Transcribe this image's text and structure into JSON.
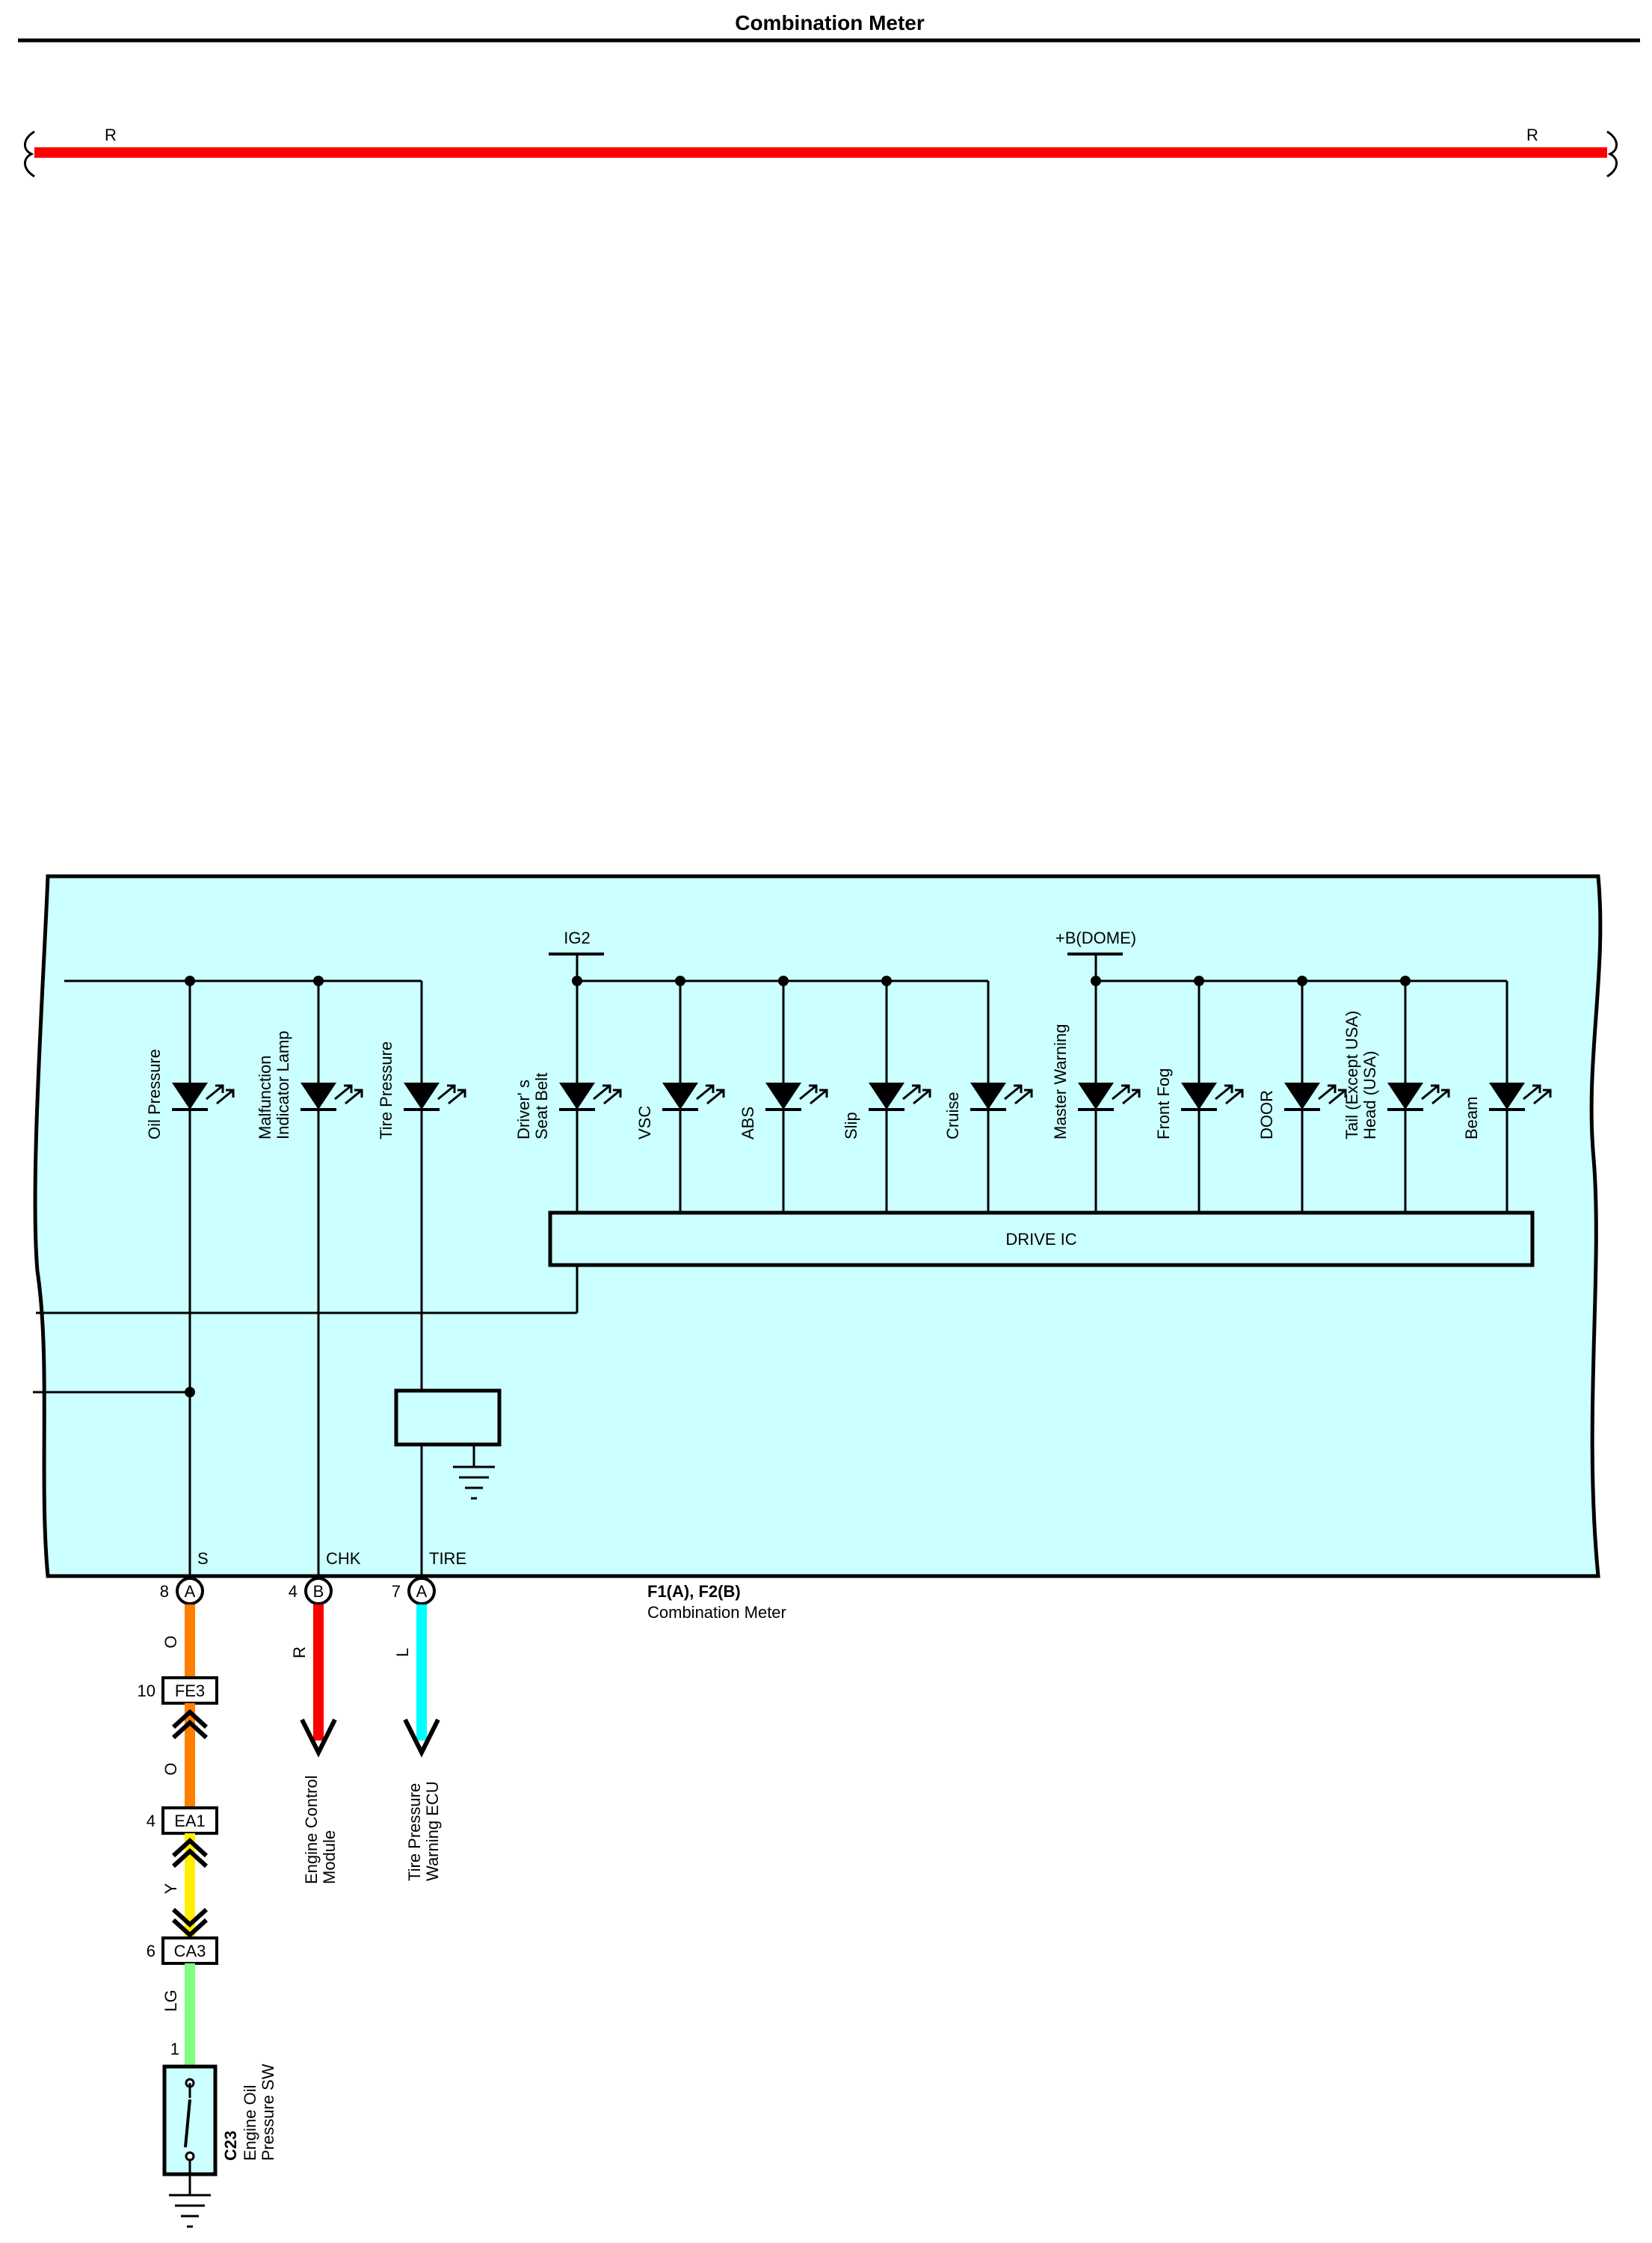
{
  "title": "Combination Meter",
  "top_wire": {
    "left_label": "R",
    "right_label": "R",
    "color": "#ff0000"
  },
  "meter": {
    "fill": "#ccffff",
    "connector_code": "F1(A), F2(B)",
    "connector_name": "Combination Meter",
    "drive_ic": "DRIVE IC",
    "ig2": "IG2",
    "dome": "+B(DOME)"
  },
  "leds": [
    {
      "lines": [
        "Oil Pressure"
      ]
    },
    {
      "lines": [
        "Malfunction",
        "Indicator Lamp"
      ]
    },
    {
      "lines": [
        "Tire Pressure"
      ]
    },
    {
      "lines": [
        "Driver' s",
        "Seat Belt"
      ]
    },
    {
      "lines": [
        "VSC"
      ]
    },
    {
      "lines": [
        "ABS"
      ]
    },
    {
      "lines": [
        "Slip"
      ]
    },
    {
      "lines": [
        "Cruise"
      ]
    },
    {
      "lines": [
        "Master Warning"
      ]
    },
    {
      "lines": [
        "Front Fog"
      ]
    },
    {
      "lines": [
        "DOOR"
      ]
    },
    {
      "lines": [
        "Tail (Except USA)",
        "Head (USA)"
      ]
    },
    {
      "lines": [
        "Beam"
      ]
    }
  ],
  "terminals": [
    {
      "name": "S",
      "pin": "8",
      "connector": "A"
    },
    {
      "name": "CHK",
      "pin": "4",
      "connector": "B"
    },
    {
      "name": "TIRE",
      "pin": "7",
      "connector": "A"
    }
  ],
  "wires": [
    {
      "label": "O",
      "color": "#ff8000"
    },
    {
      "label": "O",
      "color": "#ff8000"
    },
    {
      "label": "Y",
      "color": "#ffee00"
    },
    {
      "label": "LG",
      "color": "#80ff80"
    },
    {
      "label": "R",
      "color": "#ff0000"
    },
    {
      "label": "L",
      "color": "#00ffff"
    }
  ],
  "connectors": [
    {
      "pin": "10",
      "code": "FE3"
    },
    {
      "pin": "4",
      "code": "EA1"
    },
    {
      "pin": "6",
      "code": "CA3"
    }
  ],
  "destinations": [
    {
      "lines": [
        "Engine Control",
        "Module"
      ]
    },
    {
      "lines": [
        "Tire Pressure",
        "Warning ECU"
      ]
    }
  ],
  "switch": {
    "pin": "1",
    "code": "C23",
    "lines": [
      "Engine Oil",
      "Pressure SW"
    ]
  }
}
